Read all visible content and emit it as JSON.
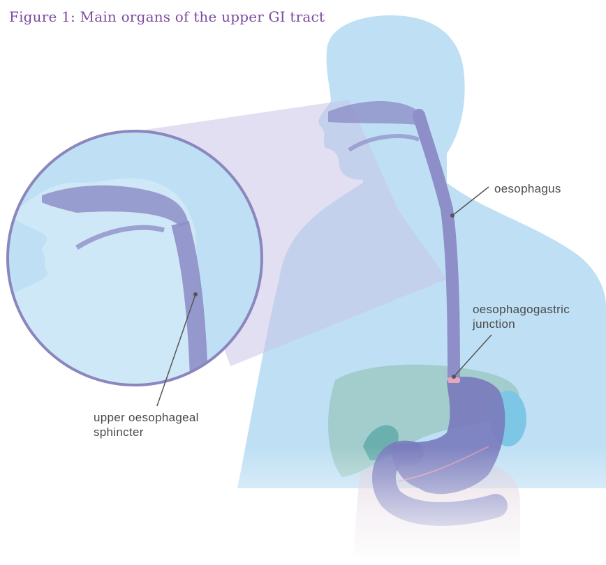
{
  "figure": {
    "title": "Figure 1: Main organs of the upper GI tract",
    "labels": {
      "oesophagus": "oesophagus",
      "ogj_line1": "oesophagogastric",
      "ogj_line2": "junction",
      "ues_line1": "upper oesophageal",
      "ues_line2": "sphincter"
    }
  },
  "colors": {
    "body": "#bfe0f4",
    "tract": "#8e8fc8",
    "tract_dark": "#7a7cbd",
    "liver": "#9fcbc8",
    "spleen": "#7ec6e6",
    "intestine": "#cdb6cf",
    "circle_border": "#8b86bd",
    "title": "#7a4aa0",
    "label": "#4a4a4a",
    "leader": "#555555",
    "junction": "#e6a6c0"
  }
}
